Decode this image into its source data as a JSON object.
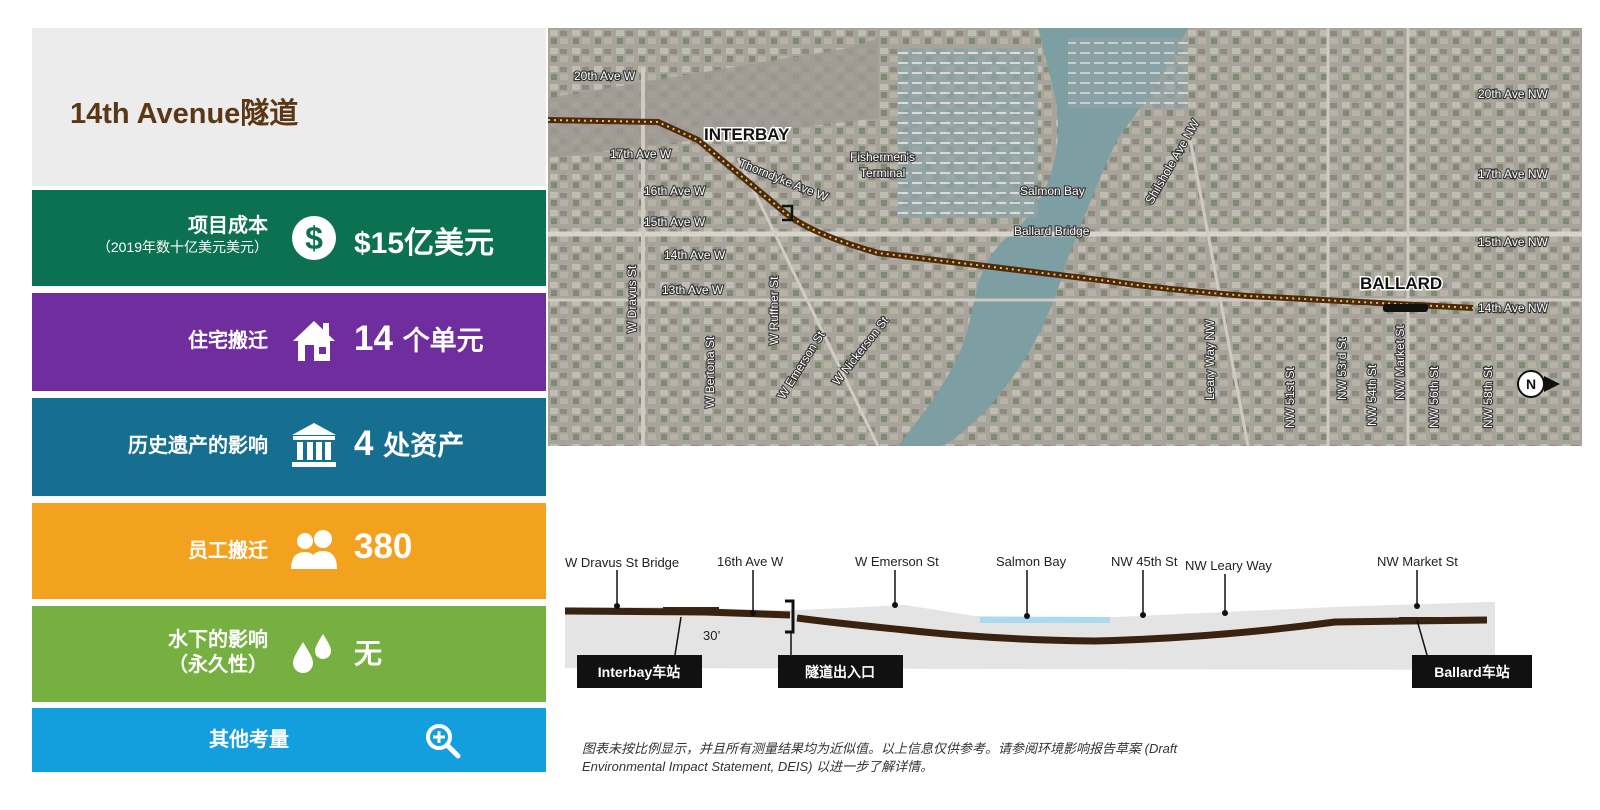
{
  "title": "14th Avenue隧道",
  "rows": {
    "cost": {
      "label": "项目成本",
      "sublabel": "（2019年数十亿美元美元）",
      "value": "$15亿美元",
      "icon": "dollar-icon",
      "color": "#0c7151"
    },
    "housing": {
      "label": "住宅搬迁",
      "value": "14",
      "unit": "个单元",
      "icon": "house-icon",
      "color": "#6f2d9e"
    },
    "historic": {
      "label": "历史遗产的影响",
      "value": "4",
      "unit": "处资产",
      "icon": "building-icon",
      "color": "#166f91"
    },
    "employees": {
      "label": "员工搬迁",
      "value": "380",
      "icon": "people-icon",
      "color": "#f3a21f"
    },
    "underwater": {
      "label": "水下的影响",
      "sublabel": "（永久性）",
      "value": "无",
      "icon": "water-drops-icon",
      "color": "#76b041"
    },
    "other": {
      "label": "其他考量",
      "icon": "zoom-in-icon",
      "color": "#139ede"
    }
  },
  "map": {
    "districts": {
      "interbay": "INTERBAY",
      "ballard": "BALLARD"
    },
    "streets": {
      "s20": "20th Ave W",
      "s17": "17th Ave W",
      "s16": "16th Ave W",
      "s15": "15th Ave W",
      "s14": "14th Ave W",
      "s13": "13th Ave W",
      "thorndyke": "Thorndyke Ave W",
      "dravus": "W Dravus St",
      "bertona": "W Bertona St",
      "ruffner": "W Ruffner St",
      "emerson": "W Emerson St",
      "nickerson": "W Nickerson St",
      "fishermen": "Fishermen's",
      "terminal": "Terminal",
      "salmonbay": "Salmon Bay",
      "ballardbridge": "Ballard Bridge",
      "shilshole": "Shilshole Ave NW",
      "leary": "Leary Way NW",
      "nw51": "NW 51st St",
      "nw53": "NW 53rd St",
      "nw54": "NW 54th St",
      "market": "NW Market St",
      "nw56": "NW 56th St",
      "nw58": "NW 58th St",
      "ave20nw": "20th Ave NW",
      "ave17nw": "17th Ave NW",
      "ave15nw": "15th Ave NW",
      "ave14nw": "14th Ave NW"
    },
    "north": "N"
  },
  "profile": {
    "labels": {
      "dravus": "W Dravus St Bridge",
      "ave16": "16th Ave W",
      "emerson": "W Emerson St",
      "salmon": "Salmon Bay",
      "nw45": "NW 45th St",
      "leary": "NW Leary Way",
      "market": "NW Market St"
    },
    "depth": "30’",
    "stations": {
      "interbay": "Interbay车站",
      "portal": "隧道出入口",
      "ballard": "Ballard车站"
    }
  },
  "note": "图表未按比例显示，并且所有测量结果均为近似值。以上信息仅供参考。请参阅环境影响报告草案 (Draft Environmental Impact Statement, DEIS) 以进一步了解详情。"
}
